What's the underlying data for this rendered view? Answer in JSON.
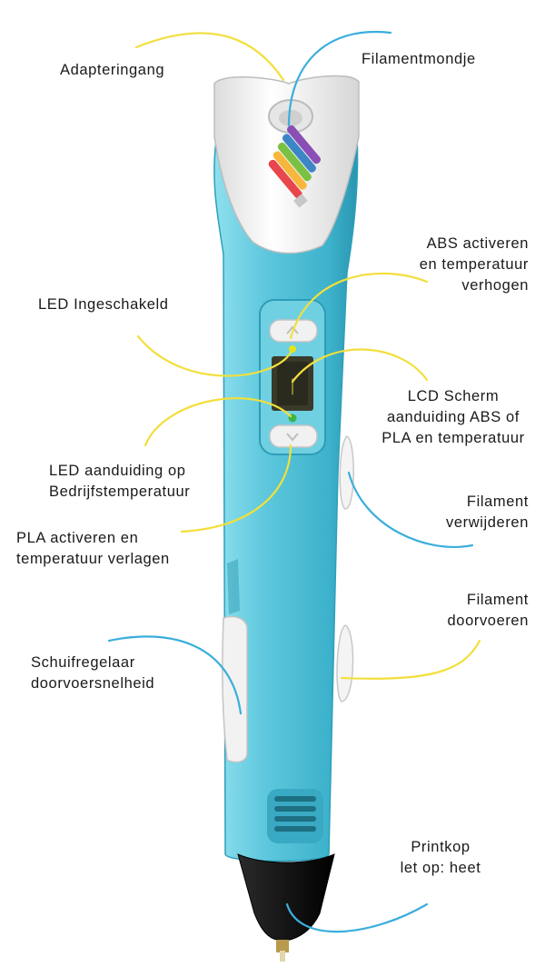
{
  "labels": {
    "adapteringang": [
      "Adapteringang"
    ],
    "filamentmondje": [
      "Filamentmondje"
    ],
    "abs_activeren": [
      "ABS activeren",
      "en temperatuur",
      "verhogen"
    ],
    "led_ingeschakeld": [
      "LED Ingeschakeld"
    ],
    "lcd_scherm": [
      "LCD Scherm",
      "aanduiding ABS of",
      "PLA en temperatuur"
    ],
    "led_bedrijfstemperatuur": [
      "LED aanduiding op",
      "Bedrijfstemperatuur"
    ],
    "filament_verwijderen": [
      "Filament",
      "verwijderen"
    ],
    "pla_activeren": [
      "PLA activeren en",
      "temperatuur verlagen"
    ],
    "filament_doorvoeren": [
      "Filament",
      "doorvoeren"
    ],
    "schuifregelaar": [
      "Schuifregelaar",
      "doorvoersnelheid"
    ],
    "printkop": [
      "Printkop",
      "let op: heet"
    ]
  },
  "colors": {
    "pen_body": "#5ec8dd",
    "pen_body_shadow": "#2e9fba",
    "cap": "#f4f4f4",
    "nozzle": "#1c1c1c",
    "yellow_line": "#f2df3c",
    "blue_line": "#3aaedc",
    "led_yellow": "#e6e21c",
    "led_green": "#3fb34a",
    "lcd": "#2a2a1e"
  },
  "icons": [
    "logo-icon"
  ]
}
